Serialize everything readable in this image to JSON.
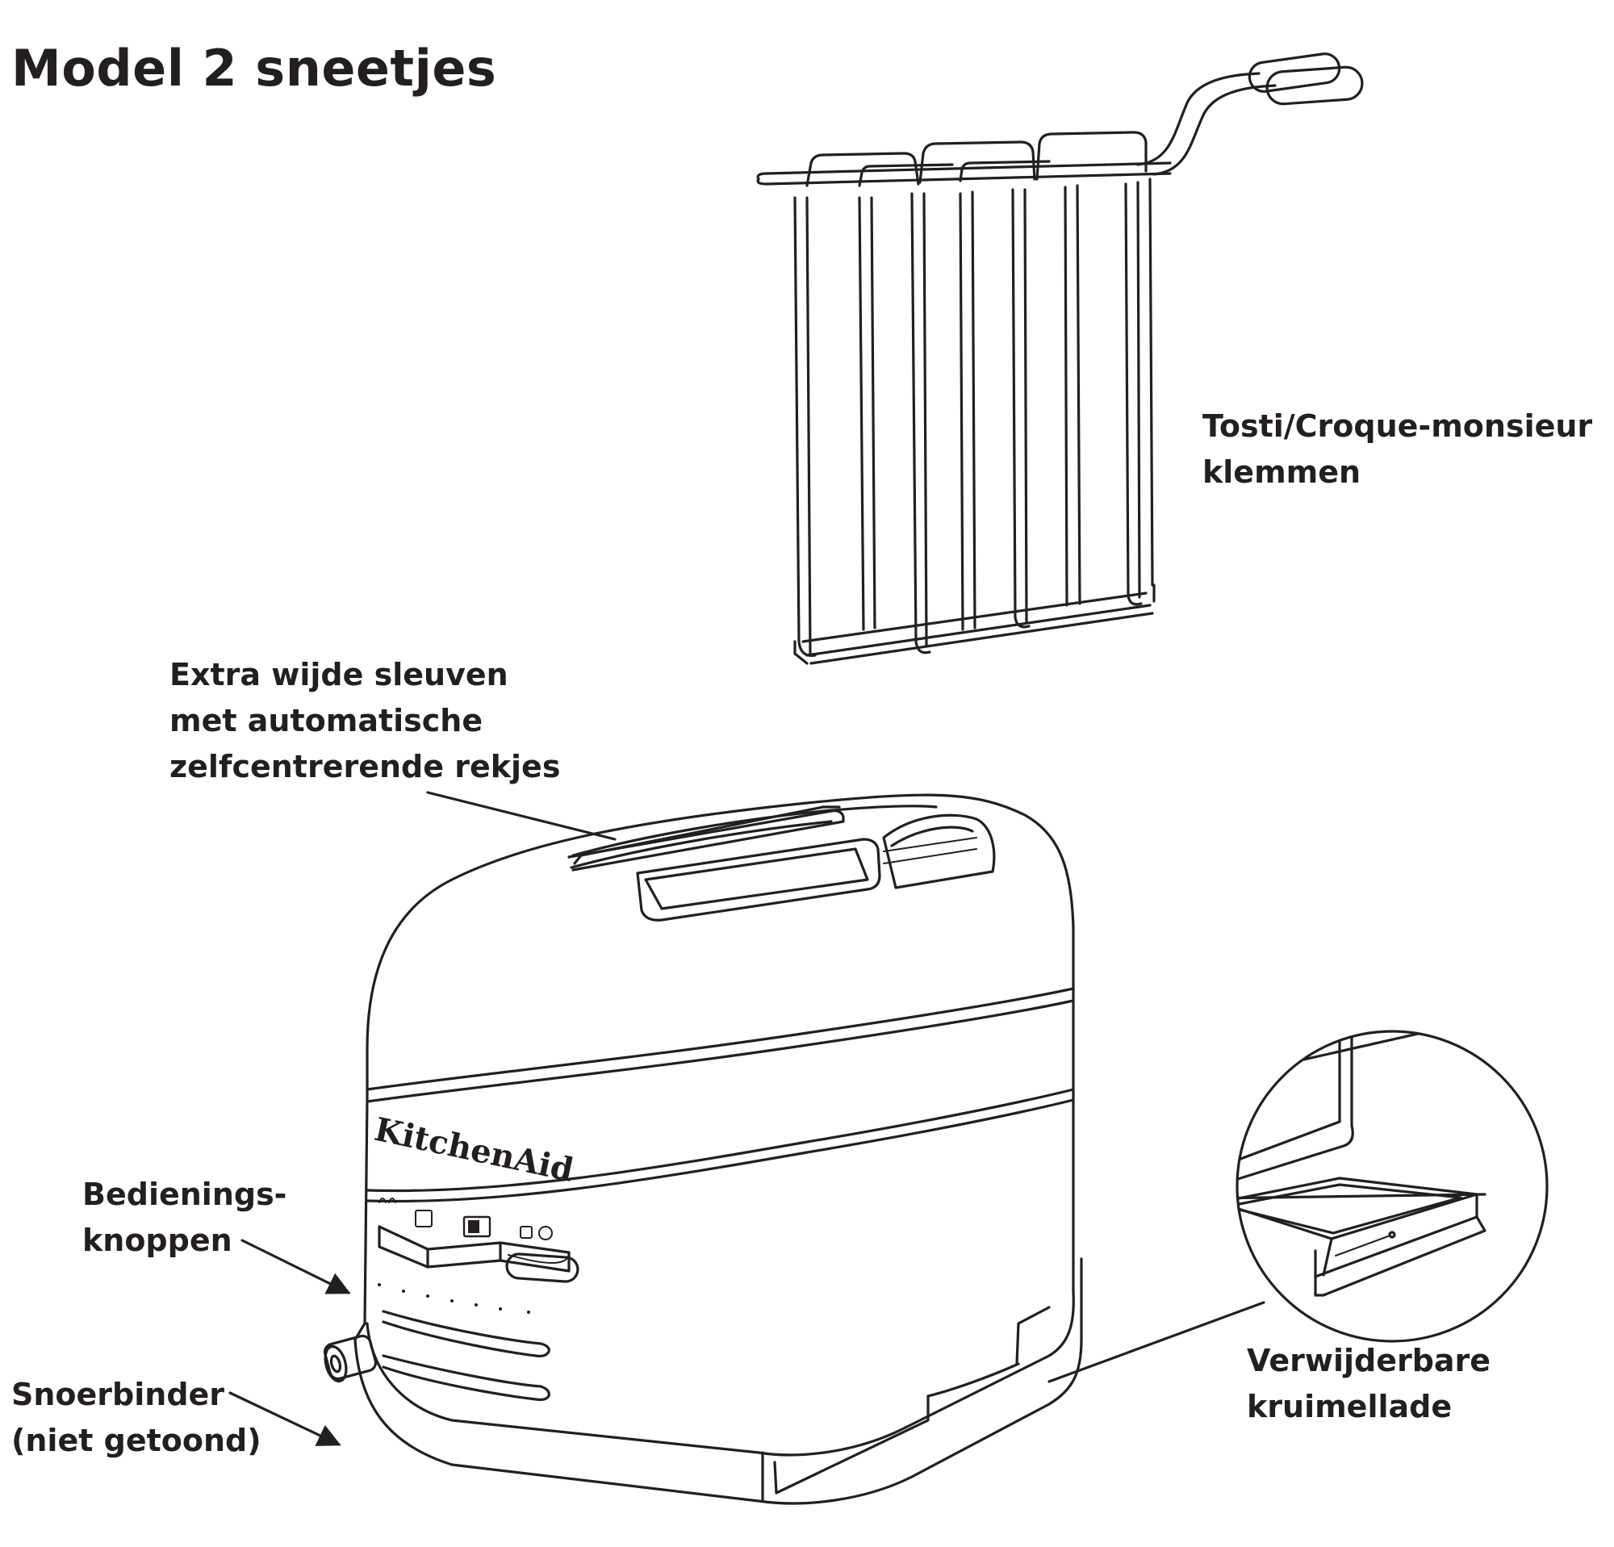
{
  "title": "Model 2 sneetjes",
  "brand": "KitchenAid",
  "labels": {
    "sandwich_rack": [
      "Tosti/Croque-monsieur",
      "klemmen"
    ],
    "slots": [
      "Extra wijde sleuven",
      "met automatische",
      "zelfcentrerende rekjes"
    ],
    "controls": [
      "Bedienings-",
      "knoppen"
    ],
    "cord_wrap": [
      "Snoerbinder",
      "(niet getoond)"
    ],
    "crumb_tray": [
      "Verwijderbare",
      "kruimellade"
    ]
  }
}
